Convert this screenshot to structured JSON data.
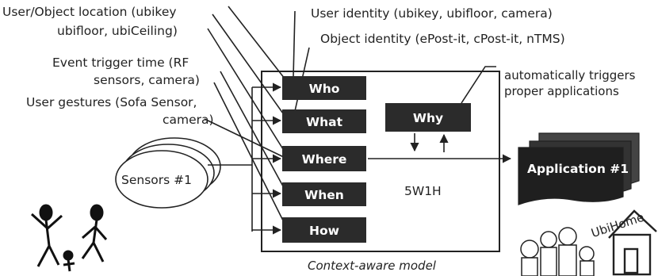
{
  "inputs": {
    "location": [
      "User/Object location (ubikey",
      "ubifloor, ubiCeiling)"
    ],
    "event_time": [
      "Event trigger time (RF",
      "sensors, camera)"
    ],
    "gestures": [
      "User gestures (Sofa Sensor,",
      "camera)"
    ],
    "user_identity": "User identity (ubikey, ubifloor, camera)",
    "object_identity": "Object identity (ePost-it, cPost-it, nTMS)"
  },
  "sensors_label": "Sensors #1",
  "model": {
    "boxes": [
      "Who",
      "What",
      "Where",
      "When",
      "How"
    ],
    "why_label": "Why",
    "summary_label": "5W1H",
    "caption": "Context-aware model"
  },
  "outputs": {
    "trigger_text": [
      "automatically triggers",
      "proper applications"
    ],
    "application_label": "Application #1",
    "logo_text": "UbiHome"
  },
  "colors": {
    "box_fill": "#2b2b2b",
    "line": "#222222",
    "background": "#ffffff"
  }
}
